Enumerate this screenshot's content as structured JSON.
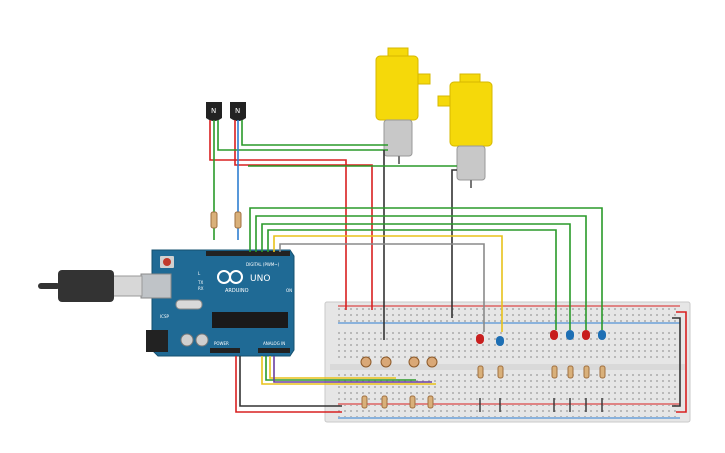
{
  "canvas": {
    "background": "#ffffff"
  },
  "arduino": {
    "brand": "ARDUINO",
    "model": "UNO",
    "digital_label": "DIGITAL (PWM~)",
    "power_label": "POWER",
    "analog_label": "ANALOG IN",
    "tx_label": "TX",
    "rx_label": "RX",
    "l_label": "L",
    "on_label": "ON",
    "icsp_label": "ICSP",
    "color": "#1f6a95"
  },
  "transistors": [
    {
      "name": "transistor-1",
      "label": "N"
    },
    {
      "name": "transistor-2",
      "label": "N"
    }
  ],
  "motors": [
    {
      "name": "dc-motor-1",
      "color": "#f5d90a"
    },
    {
      "name": "dc-motor-2",
      "color": "#f5d90a"
    }
  ],
  "leds": [
    {
      "name": "led-red-1",
      "color": "#c81e1e"
    },
    {
      "name": "led-blue-1",
      "color": "#1e6fb4"
    },
    {
      "name": "led-red-2",
      "color": "#c81e1e"
    },
    {
      "name": "led-blue-2",
      "color": "#1e6fb4"
    },
    {
      "name": "led-red-3",
      "color": "#c81e1e"
    },
    {
      "name": "led-blue-3",
      "color": "#1e6fb4"
    }
  ],
  "wire_colors": {
    "red": "#d82020",
    "black": "#333333",
    "green": "#2a9a2a",
    "blue": "#2f7fd1",
    "yellow": "#e8c21a",
    "gray": "#8a8a8a",
    "purple": "#6b3fa0"
  },
  "icons": [
    "usb-cable-icon",
    "power-jack-icon",
    "chip-icon"
  ]
}
